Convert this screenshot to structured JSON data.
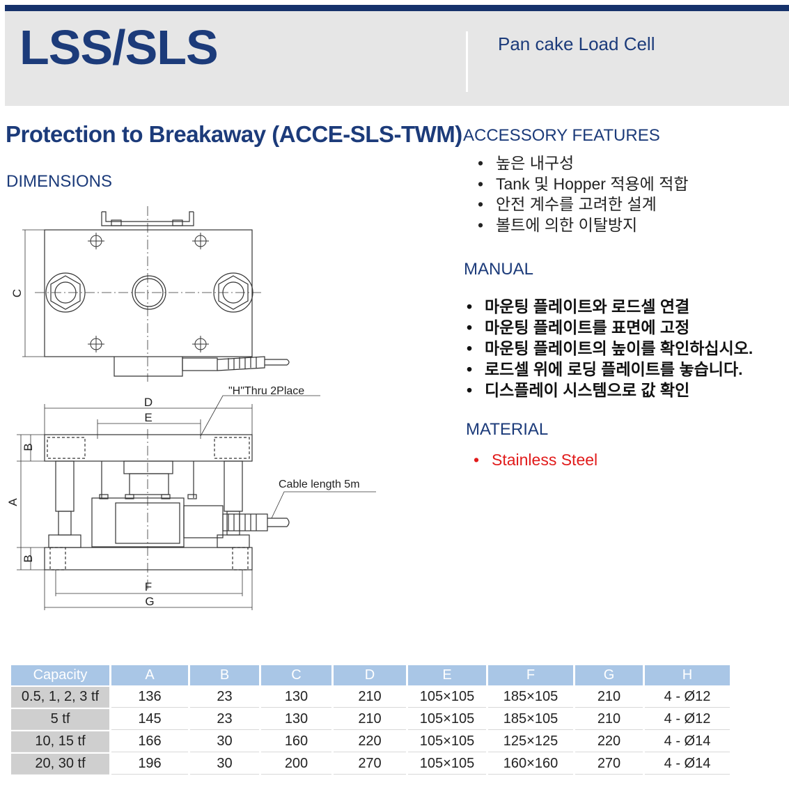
{
  "header": {
    "brand": "LSS/SLS",
    "subtitle": "Pan cake Load Cell"
  },
  "title": "Protection to Breakaway (ACCE-SLS-TWM)",
  "dimensions_heading": "DIMENSIONS",
  "drawing": {
    "labels": {
      "C": "C",
      "D": "D",
      "E": "E",
      "B_top": "B",
      "A": "A",
      "B_bottom": "B",
      "F": "F",
      "G": "G",
      "thru": "\"H\"Thru 2Place",
      "cable": "Cable length 5m"
    }
  },
  "accessory": {
    "heading": "ACCESSORY FEATURES",
    "items": [
      "높은 내구성",
      "Tank 및 Hopper 적용에 적합",
      "안전 계수를 고려한 설계",
      "볼트에 의한 이탈방지"
    ]
  },
  "manual": {
    "heading": "MANUAL",
    "items": [
      "마운팅 플레이트와 로드셀 연결",
      "마운팅 플레이트를 표면에 고정",
      "마운팅 플레이트의 높이를 확인하십시오.",
      "로드셀 위에 로딩 플레이트를 놓습니다.",
      "디스플레이 시스템으로 값 확인"
    ]
  },
  "material": {
    "heading": "MATERIAL",
    "items": [
      "Stainless Steel"
    ]
  },
  "table": {
    "headers": [
      "Capacity",
      "A",
      "B",
      "C",
      "D",
      "E",
      "F",
      "G",
      "H"
    ],
    "rows": [
      [
        "0.5, 1, 2, 3 tf",
        "136",
        "23",
        "130",
        "210",
        "105×105",
        "185×105",
        "210",
        "4 - Ø12"
      ],
      [
        "5 tf",
        "145",
        "23",
        "130",
        "210",
        "105×105",
        "185×105",
        "210",
        "4 - Ø12"
      ],
      [
        "10, 15 tf",
        "166",
        "30",
        "160",
        "220",
        "105×105",
        "125×125",
        "220",
        "4 - Ø14"
      ],
      [
        "20, 30 tf",
        "196",
        "30",
        "200",
        "270",
        "105×105",
        "160×160",
        "270",
        "4 - Ø14"
      ]
    ]
  }
}
